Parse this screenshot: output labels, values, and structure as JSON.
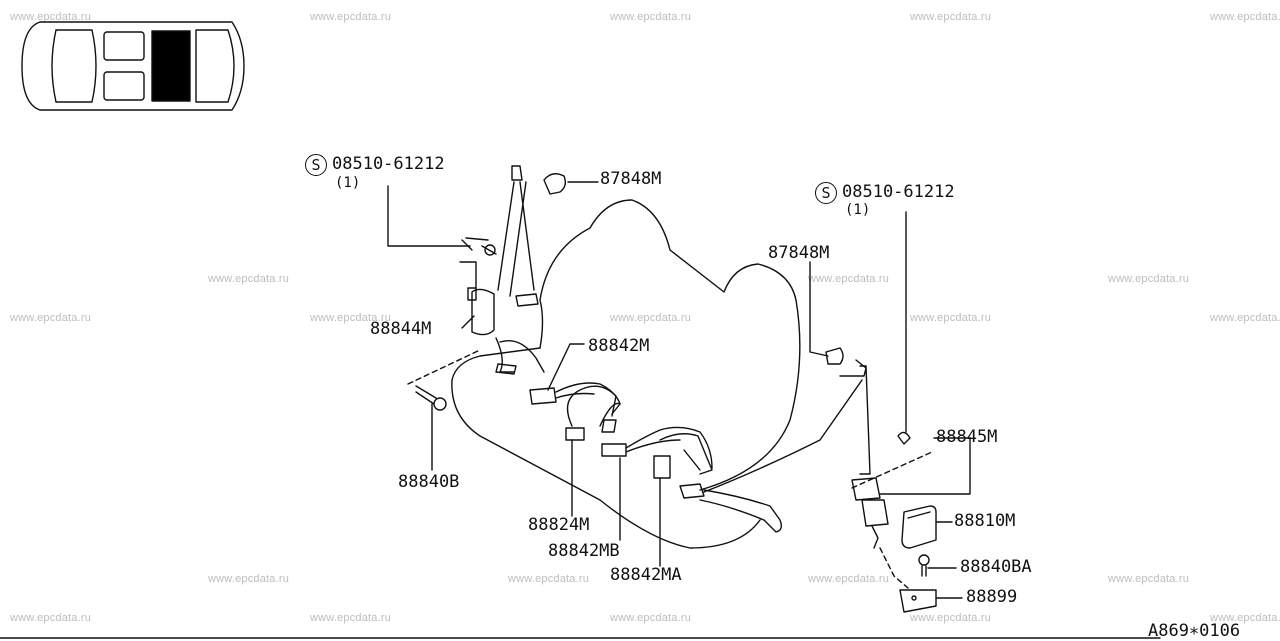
{
  "watermark": "www.epcdata.ru",
  "reference_code": "A869∗0106",
  "callouts": {
    "bolt_left": {
      "prefix": "S",
      "number": "08510-61212",
      "qty": "(1)"
    },
    "bolt_right": {
      "prefix": "S",
      "number": "08510-61212",
      "qty": "(1)"
    },
    "cover_left": "87848M",
    "cover_right": "87848M",
    "retractor_left": "88844M",
    "tongue_left": "88842M",
    "bolt_88840B": "88840B",
    "buckle_88824M": "88824M",
    "buckle_88842MB": "88842MB",
    "buckle_88842MA": "88842MA",
    "belt_88845M": "88845M",
    "retractor_88810M": "88810M",
    "bolt_88840BA": "88840BA",
    "bracket_88899": "88899"
  },
  "colors": {
    "line": "#111111",
    "watermark": "#bdbdbd",
    "seat_highlight": "#000000"
  }
}
